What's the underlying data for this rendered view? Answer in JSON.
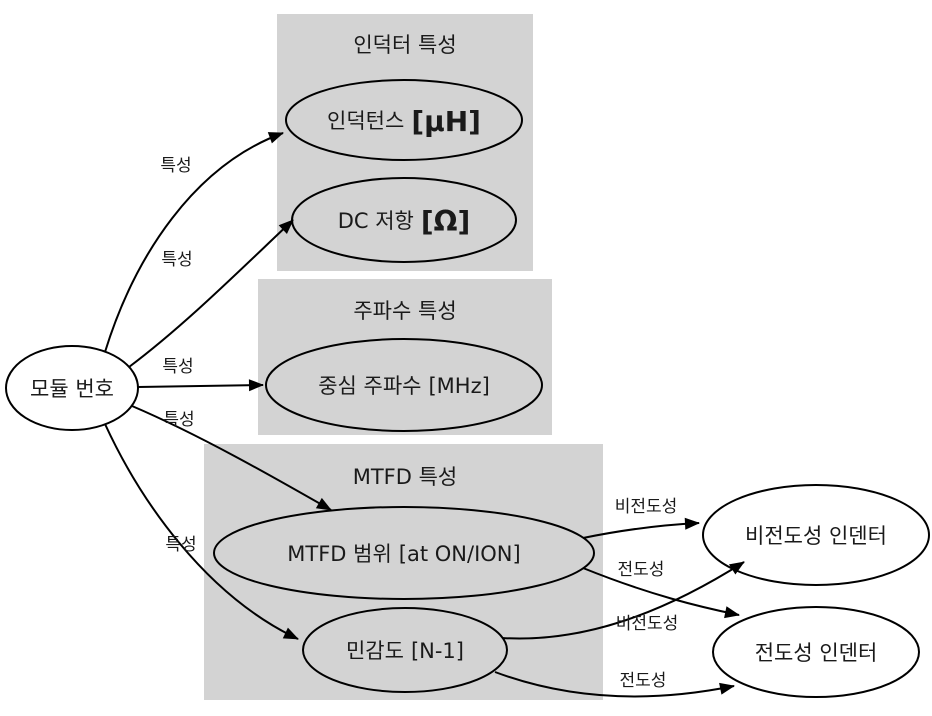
{
  "colors": {
    "background": "#ffffff",
    "cluster_fill": "#d3d3d3",
    "stroke": "#000000",
    "text": "#1a1a1a"
  },
  "diagram": {
    "type": "graph",
    "clusters": [
      {
        "id": "inductor",
        "title": "인덕터 특성"
      },
      {
        "id": "frequency",
        "title": "주파수 특성"
      },
      {
        "id": "mtfd",
        "title": "MTFD 특성"
      }
    ],
    "nodes": [
      {
        "id": "module",
        "label": "모듈 번호"
      },
      {
        "id": "inductance",
        "label": "인덕턴스",
        "unit": "[μH]"
      },
      {
        "id": "dc_resistance",
        "label": "DC 저항",
        "unit": "[Ω]"
      },
      {
        "id": "center_frequency",
        "label": "중심 주파수",
        "unit": "[MHz]"
      },
      {
        "id": "mtfd_range",
        "label": "MTFD 범위",
        "unit": "[at ON/ION]"
      },
      {
        "id": "sensitivity",
        "label": "민감도",
        "unit": "[N-1]"
      },
      {
        "id": "nonconductive_indenter",
        "label": "비전도성 인덴터"
      },
      {
        "id": "conductive_indenter",
        "label": "전도성 인덴터"
      }
    ],
    "edges": [
      {
        "from": "모듈 번호",
        "to": "인덕턴스 [μH]",
        "label": "특성"
      },
      {
        "from": "모듈 번호",
        "to": "DC 저항 [Ω]",
        "label": "특성"
      },
      {
        "from": "모듈 번호",
        "to": "중심 주파수 [MHz]",
        "label": "특성"
      },
      {
        "from": "모듈 번호",
        "to": "MTFD 범위 [at ON/ION]",
        "label": "특성"
      },
      {
        "from": "모듈 번호",
        "to": "민감도 [N-1]",
        "label": "특성"
      },
      {
        "from": "MTFD 범위",
        "to": "비전도성 인덴터",
        "label": "비전도성"
      },
      {
        "from": "MTFD 범위",
        "to": "전도성 인덴터",
        "label": "전도성"
      },
      {
        "from": "민감도",
        "to": "비전도성 인덴터",
        "label": "비전도성"
      },
      {
        "from": "민감도",
        "to": "전도성 인덴터",
        "label": "전도성"
      }
    ]
  }
}
